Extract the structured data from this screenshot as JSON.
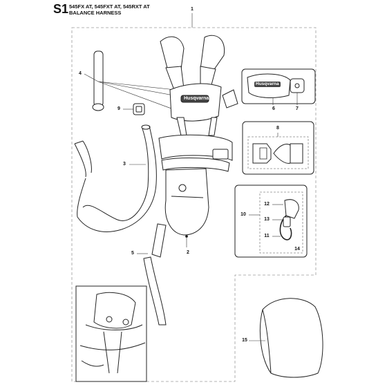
{
  "header": {
    "sheet_code": "S1",
    "models": "545FX AT, 545FXT AT, 545RXT AT",
    "subtitle": "BALANCE HARNESS"
  },
  "brand": {
    "logo_text": "Husqvarna",
    "color": "#222222"
  },
  "callouts": {
    "p1": "1",
    "p2": "2",
    "p3": "3",
    "p4": "4",
    "p5": "5",
    "p6": "6",
    "p7": "7",
    "p8": "8",
    "p9": "9",
    "p10": "10",
    "p11": "11",
    "p12": "12",
    "p13": "13",
    "p14": "14",
    "p15": "15"
  }
}
